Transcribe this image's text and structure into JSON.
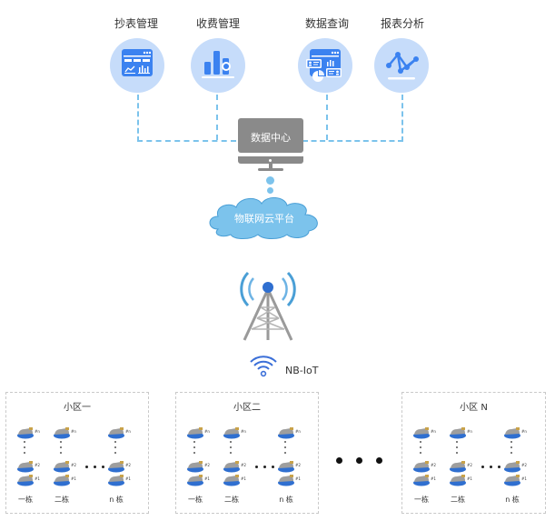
{
  "applications": [
    {
      "id": "meter-reading",
      "label": "抄表管理",
      "icon": "dashboard-chart-icon"
    },
    {
      "id": "billing",
      "label": "收费管理",
      "icon": "bar-chart-coin-icon"
    },
    {
      "id": "data-query",
      "label": "数据查询",
      "icon": "data-query-icon"
    },
    {
      "id": "report-analysis",
      "label": "报表分析",
      "icon": "line-network-icon"
    }
  ],
  "data_center": {
    "label": "数据中心"
  },
  "cloud": {
    "label": "物联网云平台"
  },
  "network": {
    "label": "NB-IoT"
  },
  "districts": [
    {
      "title": "小区一",
      "buildings": [
        "一栋",
        "二栋",
        "n 栋"
      ]
    },
    {
      "title": "小区二",
      "buildings": [
        "一栋",
        "二栋",
        "n 栋"
      ]
    },
    {
      "title": "小区 N",
      "buildings": [
        "一栋",
        "二栋",
        "n 栋"
      ]
    }
  ],
  "meter_tags": [
    "#n",
    "#2",
    "#1"
  ],
  "colors": {
    "icon_circle": "#c6dcfa",
    "icon_blue": "#3b82f0",
    "connector": "#7cc3ec",
    "monitor": "#8a8a8a",
    "cloud": "#7cc3ec"
  }
}
